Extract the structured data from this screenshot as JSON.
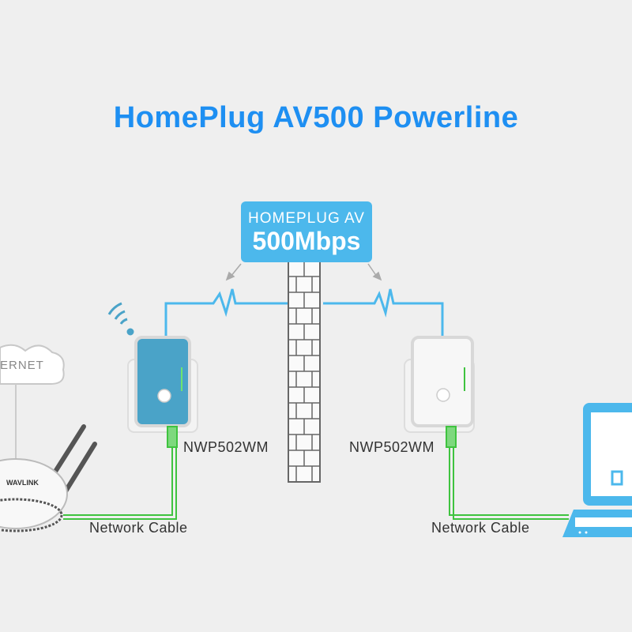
{
  "title": "HomePlug AV500 Powerline",
  "badge": {
    "line1": "HOMEPLUG AV",
    "line2": "500Mbps"
  },
  "internet_label": "ERNET",
  "router_brand": "WAVLINK",
  "devices": [
    {
      "model": "NWP502WM",
      "color": "#4aa3c8"
    },
    {
      "model": "NWP502WM",
      "color": "#f7f7f7"
    }
  ],
  "cables": [
    {
      "label": "Network Cable"
    },
    {
      "label": "Network Cable"
    }
  ],
  "colors": {
    "accent": "#1e8ff2",
    "powerline": "#4cb8ec",
    "cable": "#3fc33f"
  }
}
